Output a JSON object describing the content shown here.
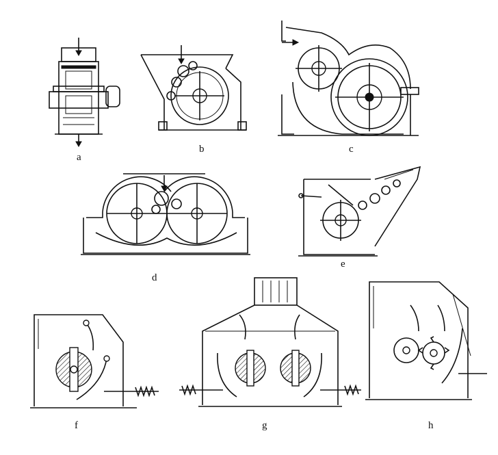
{
  "figure": {
    "panels": [
      {
        "id": "a",
        "label": "a"
      },
      {
        "id": "b",
        "label": "b"
      },
      {
        "id": "c",
        "label": "c"
      },
      {
        "id": "d",
        "label": "d"
      },
      {
        "id": "e",
        "label": "e"
      },
      {
        "id": "f",
        "label": "f"
      },
      {
        "id": "g",
        "label": "g"
      },
      {
        "id": "h",
        "label": "h"
      }
    ]
  }
}
